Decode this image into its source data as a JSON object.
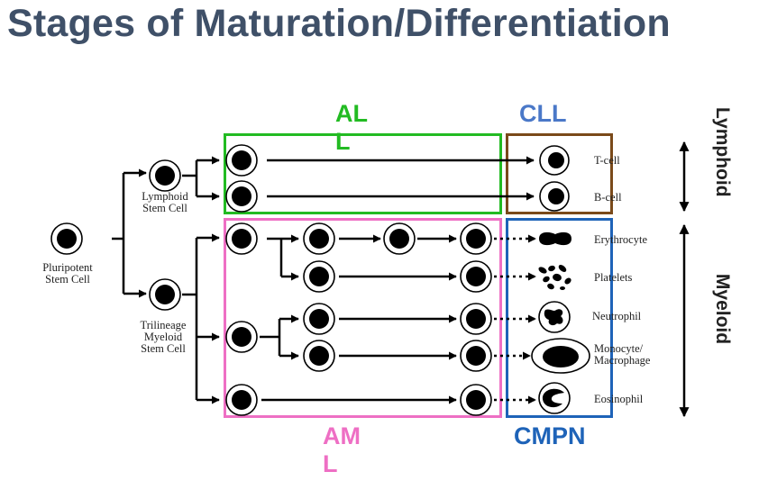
{
  "title": "Stages of Maturation/Differentiation",
  "groups": {
    "all": {
      "line1": "AL",
      "line2": "L",
      "color": "#22bb22"
    },
    "cll": {
      "label": "CLL",
      "color": "#4a78c8",
      "border": "#7a4a1a"
    },
    "aml": {
      "line1": "AM",
      "line2": "L",
      "color": "#ee6fc4"
    },
    "cmpn": {
      "label": "CMPN",
      "color": "#1e63b8"
    }
  },
  "stem_cells": {
    "pluripotent": {
      "line1": "Pluripotent",
      "line2": "Stem Cell"
    },
    "lymphoid": {
      "line1": "Lymphoid",
      "line2": "Stem Cell"
    },
    "trilineage": {
      "line1": "Trilineage",
      "line2": "Myeloid",
      "line3": "Stem Cell"
    }
  },
  "mature_cells": {
    "t_cell": "T-cell",
    "b_cell": "B-cell",
    "erythrocyte": "Erythrocyte",
    "platelets": "Platelets",
    "neutrophil": "Neutrophil",
    "monocyte_line1": "Monocyte/",
    "monocyte_line2": "Macrophage",
    "eosinophil": "Eosinophil"
  },
  "lineages": {
    "lymphoid": "Lymphoid",
    "myeloid": "Myeloid"
  }
}
